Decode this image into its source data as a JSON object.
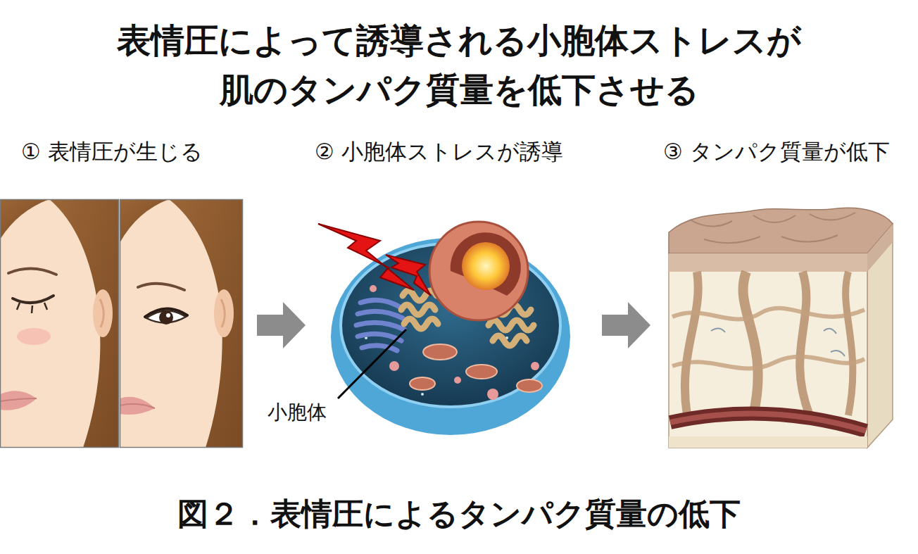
{
  "diagram": {
    "title": "表情圧によって誘導される小胞体ストレスが 肌のタンパク質量を低下させる",
    "caption": "図２．表情圧によるタンパク質量の低下",
    "nodes": [
      {
        "text": [
          "① 表情圧が生じる"
        ]
      },
      {
        "text": [
          "② 小胞体ストレスが誘導"
        ]
      },
      {
        "text": [
          "③ タンパク質量が低下"
        ]
      }
    ],
    "edges": [
      {
        "from": 0,
        "to": 1,
        "arrow": "to"
      },
      {
        "from": 1,
        "to": 2,
        "arrow": "to"
      }
    ],
    "labels": [
      "小胞体"
    ]
  }
}
